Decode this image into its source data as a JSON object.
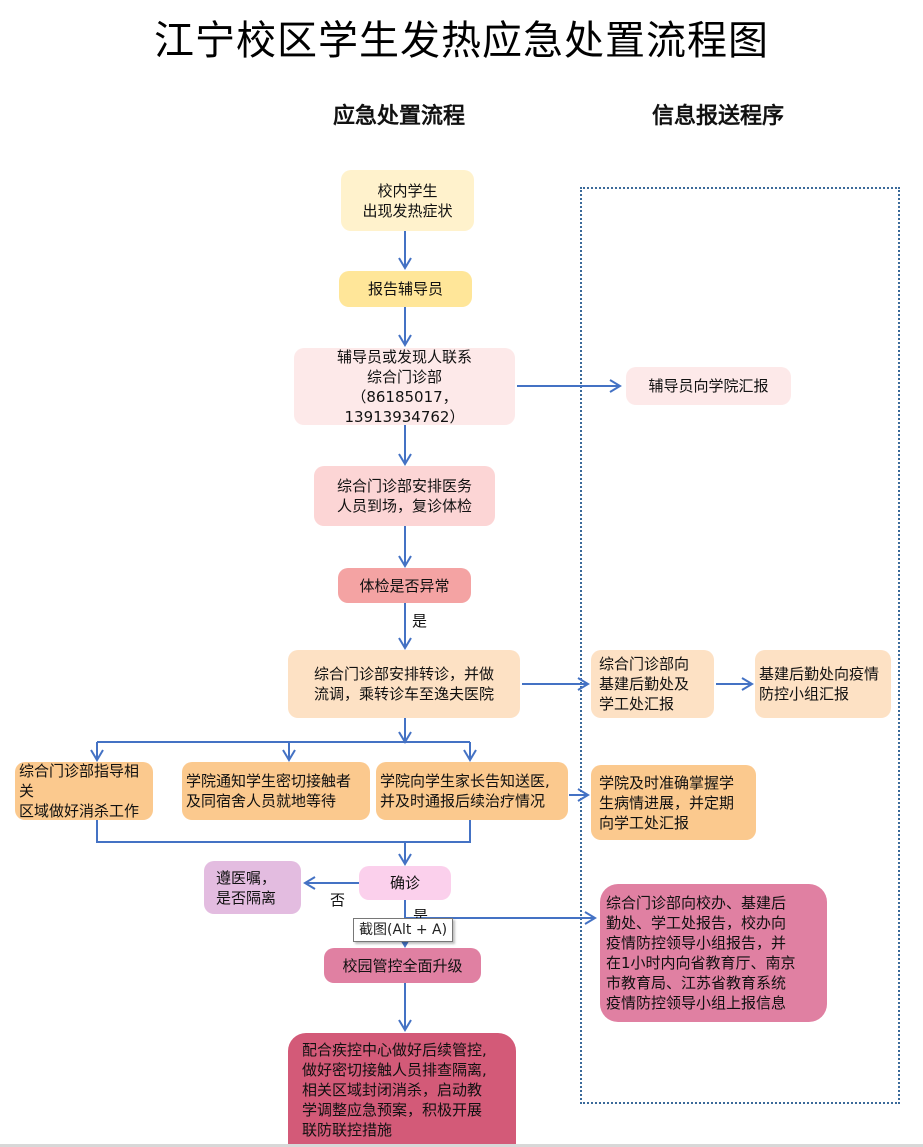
{
  "title": "江宁校区学生发热应急处置流程图",
  "columns": {
    "left": "应急处置流程",
    "right": "信息报送程序"
  },
  "colors": {
    "arrow": "#4472c4",
    "dotted_border": "#3b6a9a",
    "cream": "#fff2cc",
    "yellow": "#ffe699",
    "light_pink": "#fde9e9",
    "pink": "#fcd5d5",
    "salmon": "#f4a3a3",
    "peach": "#fde1c4",
    "orange": "#fbc98e",
    "lavender": "#e3bce0",
    "light_magenta": "#fbd0ec",
    "rose": "#e080a2",
    "crimson": "#d35a78"
  },
  "flow": {
    "n1": "校内学生\n出现发热症状",
    "n2": "报告辅导员",
    "n3": "辅导员或发现人联系\n综合门诊部\n（86185017，13913934762）",
    "n4": "综合门诊部安排医务\n人员到场，复诊体检",
    "n5": "体检是否异常",
    "n5_yes": "是",
    "n6": "综合门诊部安排转诊，并做\n流调，乘转诊车至逸夫医院",
    "b1": "综合门诊部指导相关\n区域做好消杀工作",
    "b2": "学院通知学生密切接触者\n及同宿舍人员就地等待",
    "b3": "学院向学生家长告知送医,\n并及时通报后续治疗情况",
    "n7": "确诊",
    "n7_no": "否",
    "n7_yes": "是",
    "no_box": "遵医嘱，\n是否隔离",
    "n8": "校园管控全面升级",
    "n9": "配合疾控中心做好后续管控,\n做好密切接触人员排查隔离,\n相关区域封闭消杀，启动教\n学调整应急预案，积极开展\n联防联控措施"
  },
  "report": {
    "r1": "辅导员向学院汇报",
    "r2": "综合门诊部向\n基建后勤处及\n学工处汇报",
    "r3": "基建后勤处向疫情\n防控小组汇报",
    "r4": "学院及时准确掌握学\n生病情进展，并定期\n向学工处汇报",
    "r5": "综合门诊部向校办、基建后\n勤处、学工处报告，校办向\n疫情防控领导小组报告，并\n在1小时内向省教育厅、南京\n市教育局、江苏省教育系统\n疫情防控领导小组上报信息"
  },
  "tooltip": "截图(Alt + A)"
}
